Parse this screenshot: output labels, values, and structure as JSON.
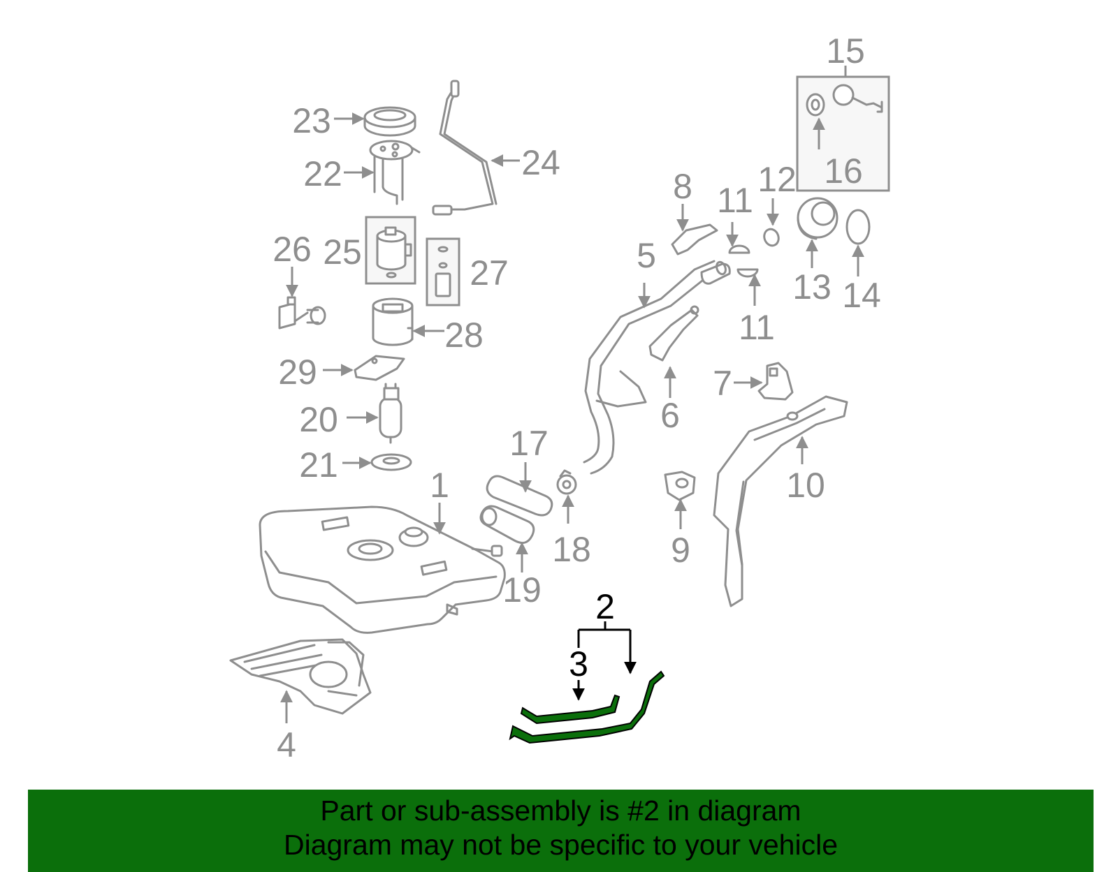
{
  "colors": {
    "part_gray": "#8e8e8e",
    "highlight_part": "#0b6f0b",
    "banner_background": "#0b6f0b",
    "text_black": "#000000"
  },
  "diagram": {
    "callouts": {
      "n1": "1",
      "n2": "2",
      "n3": "3",
      "n4": "4",
      "n5": "5",
      "n6": "6",
      "n7": "7",
      "n8": "8",
      "n9": "9",
      "n10": "10",
      "n11a": "11",
      "n11b": "11",
      "n12": "12",
      "n13": "13",
      "n14": "14",
      "n15": "15",
      "n16": "16",
      "n17": "17",
      "n18": "18",
      "n19": "19",
      "n20": "20",
      "n21": "21",
      "n22": "22",
      "n23": "23",
      "n24": "24",
      "n25": "25",
      "n26": "26",
      "n27": "27",
      "n28": "28",
      "n29": "29"
    },
    "highlighted_part": "2"
  },
  "banner": {
    "line1": "Part or sub-assembly is #2 in diagram",
    "line2": "Diagram may not be specific to your vehicle"
  }
}
